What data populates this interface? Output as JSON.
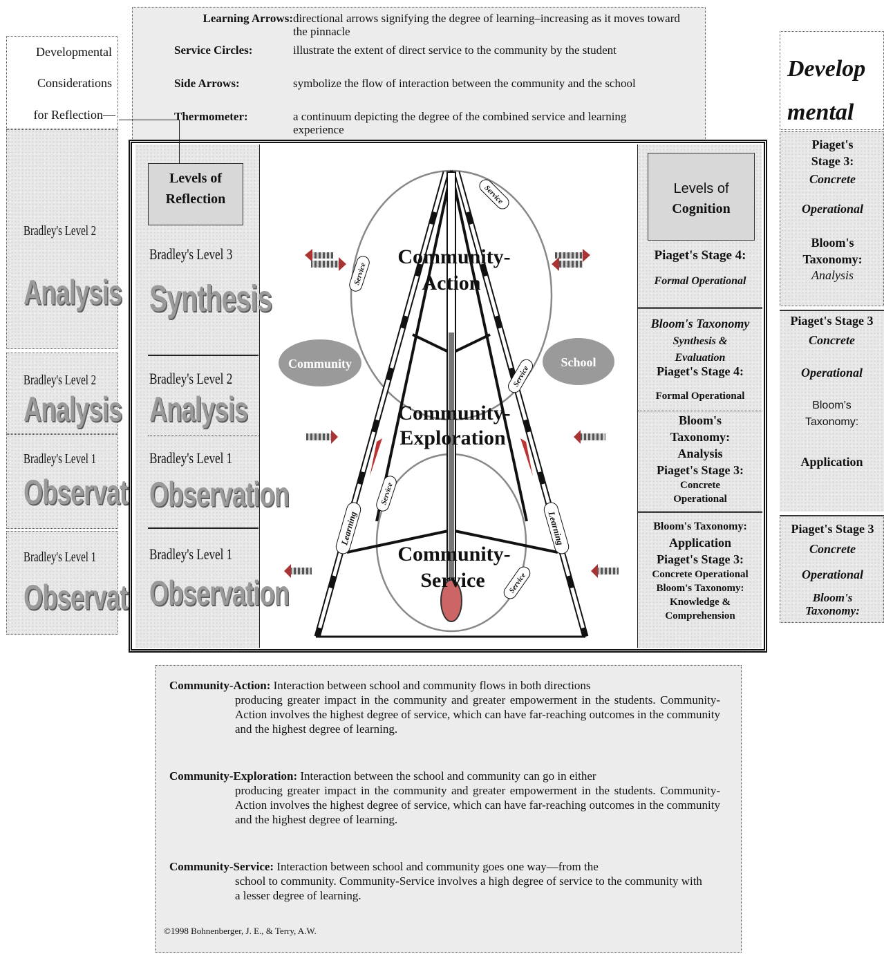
{
  "legend": {
    "items": [
      {
        "term": "Learning Arrows:",
        "text": "directional arrows signifying the degree of learning–increasing as it moves toward the pinnacle"
      },
      {
        "term": "Service Circles:",
        "text": "illustrate the extent of direct service to the community by the student"
      },
      {
        "term": "Side Arrows:",
        "text": "symbolize the flow of interaction between the community and the school"
      },
      {
        "term": "Thermometer:",
        "text": "a continuum depicting the degree of the combined service and learning experience"
      }
    ]
  },
  "left_panel": {
    "header": [
      "Developmental",
      "Considerations",
      "for Reflection—"
    ],
    "cells": [
      {
        "level": "Bradley's Level 2",
        "word": "Analysis"
      },
      {
        "level": "Bradley's Level 2",
        "word": "Analysis"
      },
      {
        "level": "Bradley's Level 1",
        "word": "Observation"
      },
      {
        "level": "Bradley's Level 1",
        "word": "Observation"
      }
    ]
  },
  "right_panel": {
    "header": [
      "Develop",
      "mental"
    ],
    "cell1": {
      "line1": "Piaget's",
      "line2": "Stage 3:",
      "line3": "Concrete",
      "line4": "Operational",
      "line5": "Bloom's",
      "line6": "Taxonomy:",
      "line7": "Analysis"
    },
    "cell2": {
      "line1": "Piaget's Stage 3",
      "line2": "Concrete",
      "line3": "Operational",
      "line4": "Bloom’s",
      "line5": "Taxonomy:",
      "line6": "Application"
    },
    "cell3": {
      "line1": "Piaget's Stage 3",
      "line2": "Concrete",
      "line3": "Operational",
      "line4": "Bloom's",
      "line5": "Taxonomy:"
    }
  },
  "main": {
    "reflection_title": "Levels of Reflection",
    "reflection_cells": [
      {
        "level": "Bradley's Level 3",
        "word": "Synthesis"
      },
      {
        "level": "Bradley's Level 2",
        "word": "Analysis"
      },
      {
        "level": "Bradley's Level 1",
        "word": "Observation"
      },
      {
        "level": "Bradley's Level 1",
        "word": "Observation"
      }
    ],
    "cognition_title_1": "Levels of",
    "cognition_title_2": "Cognition",
    "cognition": {
      "c1": {
        "a": "Piaget's Stage 4:",
        "b": "Formal Operational"
      },
      "c2": {
        "a": "Bloom's Taxonomy",
        "b": "Synthesis &",
        "c": "Evaluation",
        "d": "Piaget's Stage 4:",
        "e": "Formal Operational"
      },
      "c3": {
        "a": "Bloom's",
        "b": "Taxonomy:",
        "c": "Analysis",
        "d": "Piaget's Stage 3:",
        "e": "Concrete",
        "f": "Operational"
      },
      "c4": {
        "a": "Bloom's Taxonomy:",
        "b": "Application",
        "c": "Piaget's Stage 3:",
        "d": "Concrete Operational",
        "e": "Bloom's Taxonomy:",
        "f": "Knowledge &",
        "g": "Comprehension"
      }
    },
    "diagram": {
      "action_1": "Community-",
      "action_2": "Action",
      "exploration_1": "Community-",
      "exploration_2": "Exploration",
      "service_1": "Community-",
      "service_2": "Service",
      "community": "Community",
      "school": "School",
      "service_tag": "Service",
      "learning_tag": "Learning"
    }
  },
  "descriptions": [
    {
      "term": "Community-Action:",
      "first": "Interaction between school and community flows in both directions",
      "rest": "producing greater impact in the community and greater empowerment in the students. Community-Action involves the highest degree of service, which can have far-reaching outcomes in the community and the highest degree of learning."
    },
    {
      "term": "Community-Exploration:",
      "first": "Interaction between the school and community can go in either",
      "rest": "producing greater impact in the community and greater empowerment in the students. Community-Action involves the highest degree of service, which can have far-reaching outcomes in the community and the highest degree of learning."
    },
    {
      "term": "Community-Service:",
      "first": "Interaction between school and community goes one way—from the",
      "rest": "school to community. Community-Service involves a high degree of service to the community with a lesser degree of learning."
    }
  ],
  "copyright": "©1998 Bohnenberger, J. E., & Terry, A.W."
}
